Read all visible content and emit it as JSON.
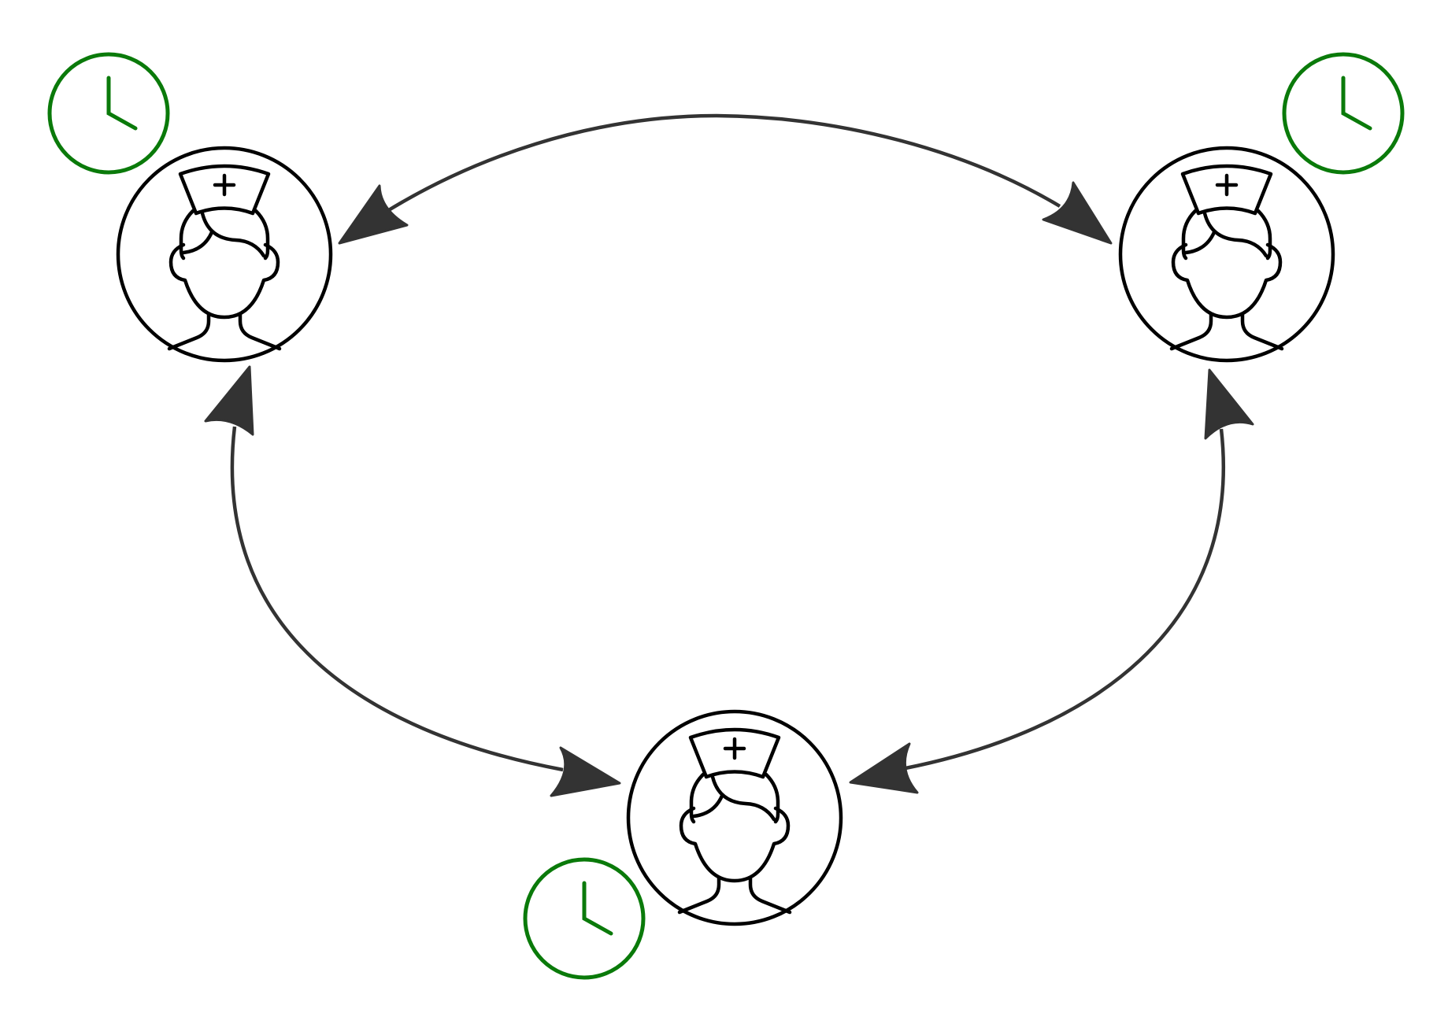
{
  "diagram": {
    "nodes": [
      {
        "id": "nurse-top-left",
        "icon": "nurse-icon",
        "badge": "clock-icon"
      },
      {
        "id": "nurse-top-right",
        "icon": "nurse-icon",
        "badge": "clock-icon"
      },
      {
        "id": "nurse-bottom",
        "icon": "nurse-icon",
        "badge": "clock-icon"
      }
    ],
    "edges": [
      {
        "from": "nurse-top-left",
        "to": "nurse-top-right",
        "direction": "bidirectional"
      },
      {
        "from": "nurse-top-left",
        "to": "nurse-bottom",
        "direction": "bidirectional"
      },
      {
        "from": "nurse-top-right",
        "to": "nurse-bottom",
        "direction": "bidirectional"
      }
    ]
  },
  "colors": {
    "icon_stroke": "#000000",
    "clock_stroke": "#0a7a0a",
    "edge_stroke": "#333333",
    "background": "#ffffff"
  }
}
